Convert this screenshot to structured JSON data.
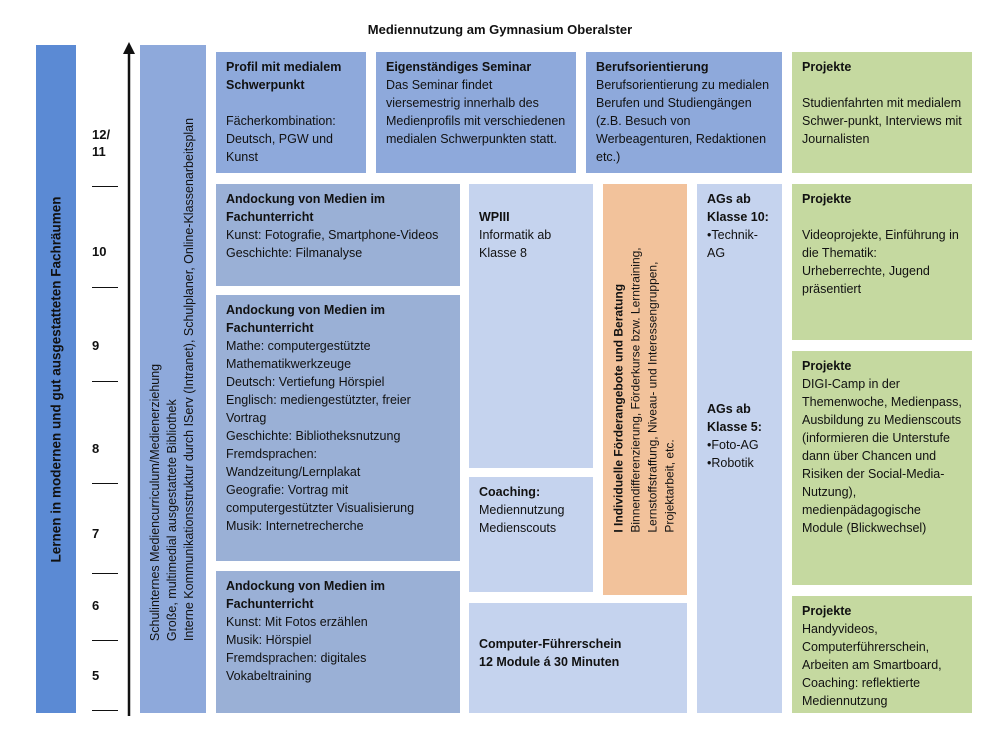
{
  "title": "Mediennutzung am Gymnasium Oberalster",
  "left_bar": "Lernen in modernen und gut ausgestatteten Fachräumen",
  "mid_bar": [
    "Schulinternes Mediencurriculum/Medienerziehung",
    "Große, multimedial ausgestattete Bibliothek",
    "Interne Kommunikationsstruktur durch IServ (Intranet), Schulplaner, Online-Klassenarbeitsplan"
  ],
  "grades": [
    "12/ 11",
    "10",
    "9",
    "8",
    "7",
    "6",
    "5"
  ],
  "top": {
    "profil": {
      "head": "Profil mit medialem Schwerpunkt",
      "body": "Fächerkombination: Deutsch, PGW und Kunst"
    },
    "seminar": {
      "head": "Eigenständiges Seminar",
      "body": "Das Seminar findet viersemestrig innerhalb des Medienprofils mit verschiedenen medialen Schwerpunkten statt."
    },
    "beruf": {
      "head": "Berufsorientierung",
      "body": "Berufsorientierung zu medialen Berufen und Studiengängen (z.B. Besuch von Werbeagenturen, Redaktionen etc.)"
    }
  },
  "andockung1": {
    "head": "Andockung von Medien im Fachunterricht",
    "lines": [
      "Kunst: Fotografie, Smartphone-Videos",
      "Geschichte: Filmanalyse"
    ]
  },
  "andockung2": {
    "head": "Andockung von Medien im Fachunterricht",
    "lines": [
      "Mathe: computergestützte Mathematikwerkzeuge",
      "Deutsch: Vertiefung Hörspiel",
      "Englisch: mediengestützter, freier Vortrag",
      "Geschichte: Bibliotheksnutzung",
      "Fremdsprachen: Wandzeitung/Lernplakat",
      "Geografie: Vortrag mit computergestützter Visualisierung",
      "Musik: Internetrecherche"
    ]
  },
  "andockung3": {
    "head": "Andockung von Medien im Fachunterricht",
    "lines": [
      "Kunst: Mit Fotos erzählen",
      "Musik: Hörspiel",
      "Fremdsprachen: digitales Vokabeltraining"
    ]
  },
  "wpiii": {
    "head": "WPIII",
    "body": "Informatik ab Klasse 8"
  },
  "coaching": {
    "head": "Coaching:",
    "body": "Mediennutzung Medienscouts"
  },
  "fuehrerschein": {
    "head": "Computer-Führerschein",
    "body": "12 Module á 30 Minuten"
  },
  "foerder": {
    "head": "I Individuelle Förderangebote und Beratung",
    "lines": [
      "Binnendifferenzierung, Förderkurse bzw. Lerntraining,",
      "Lernstoffstraffung, Niveau- und Interessengruppen,",
      "Projektarbeit, etc."
    ]
  },
  "ags10": {
    "head": "AGs ab Klasse 10:",
    "items": [
      "•Technik-AG"
    ]
  },
  "ags5": {
    "head": "AGs ab Klasse 5:",
    "items": [
      "•Foto-AG",
      "•Robotik"
    ]
  },
  "projekte": [
    {
      "head": "Projekte",
      "body": "Studienfahrten mit medialem Schwer-punkt, Interviews mit Journalisten"
    },
    {
      "head": "Projekte",
      "body": "Videoprojekte, Einführung in die Thematik: Urheberrechte, Jugend präsentiert"
    },
    {
      "head": "Projekte",
      "body": "DIGI-Camp in der Themenwoche, Medienpass, Ausbildung zu Medienscouts (informieren die Unterstufe dann über Chancen und Risiken der Social-Media-Nutzung), medienpädagogische Module (Blickwechsel)"
    },
    {
      "head": "Projekte",
      "body": "Handyvideos, Computerführerschein, Arbeiten am Smartboard, Coaching: reflektierte Mediennutzung"
    }
  ],
  "colors": {
    "mid": "#8ea9db",
    "light": "#c5d3ee",
    "dark": "#9ab0d6",
    "green": "#c5d9a0",
    "orange": "#f2c29b",
    "left_bar": "#5b8ad4"
  }
}
